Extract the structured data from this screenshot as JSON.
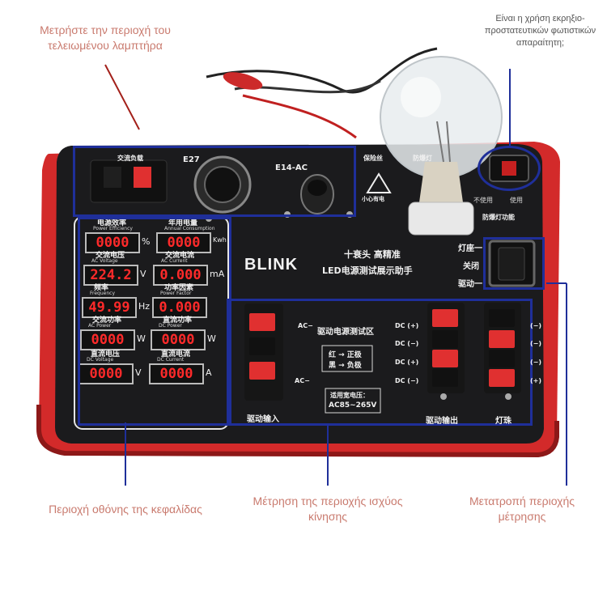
{
  "callouts": {
    "top_left": "Μετρήστε την περιοχή του τελειωμένου λαμπτήρα",
    "top_right": "Είναι η χρήση εκρηξιο-προστατευτικών φωτιστικών απαραίτητη;",
    "bottom_left": "Περιοχή οθόνης της κεφαλίδας",
    "bottom_center": "Μέτρηση της περιοχής ισχύος κίνησης",
    "bottom_right": "Μετατροπή περιοχής μέτρησης"
  },
  "device": {
    "brand": "BLINK",
    "subtitle": "LED电源测试展示助手",
    "slogan": "十衰头 高精准",
    "socket_e27": "E27",
    "socket_e14": "E14-AC",
    "top_left_label": "交流负载",
    "fuse_label": "保险丝",
    "caution": "小心有电",
    "explosion_label": "防爆灯",
    "explosion_sub": "防爆灯功能",
    "explosion_off": "不使用",
    "explosion_on": "使用",
    "switch_labels": [
      "灯座一",
      "关闭",
      "驱动一"
    ],
    "drive_area": "驱动电源测试区",
    "polarity": [
      "红 → 正极",
      "黑 → 负极"
    ],
    "voltage_title": "适用宽电压：",
    "voltage_value": "AC85~265V",
    "drive_input": "驱动输入",
    "drive_output": "驱动输出",
    "led_beads": "灯珠",
    "ac_labels": [
      "AC−",
      "AC−"
    ],
    "dc_labels": [
      "DC (+)",
      "DC (−)",
      "DC (+)",
      "DC (−)"
    ],
    "right_pm": [
      "(−)",
      "(−)",
      "(−)",
      "(+)"
    ]
  },
  "meters": [
    {
      "cn": "电源效率",
      "en": "Power Efficiency",
      "value": "0000",
      "unit": "%"
    },
    {
      "cn": "年用电量",
      "en": "Annual Consumption",
      "value": "0000",
      "unit": "Kwh"
    },
    {
      "cn": "交流电压",
      "en": "AC Voltage",
      "value": "224.2",
      "unit": "V"
    },
    {
      "cn": "交流电流",
      "en": "AC Current",
      "value": "0.000",
      "unit": "mA"
    },
    {
      "cn": "频率",
      "en": "Frequency",
      "value": "49.99",
      "unit": "Hz"
    },
    {
      "cn": "功率因素",
      "en": "Power Factor",
      "value": "0.000",
      "unit": ""
    },
    {
      "cn": "交流功率",
      "en": "AC Power",
      "value": "0000",
      "unit": "W"
    },
    {
      "cn": "直流功率",
      "en": "DC Power",
      "value": "0000",
      "unit": "W"
    },
    {
      "cn": "直流电压",
      "en": "DC Voltage",
      "value": "0000",
      "unit": "V"
    },
    {
      "cn": "直流电流",
      "en": "DC Current",
      "value": "0000",
      "unit": "A"
    }
  ],
  "colors": {
    "outline": "#1f2f9a",
    "callout_text": "#c97a6e",
    "case_red": "#d32a2a",
    "panel": "#1b1b1d",
    "led_red": "#ff2a2a"
  }
}
